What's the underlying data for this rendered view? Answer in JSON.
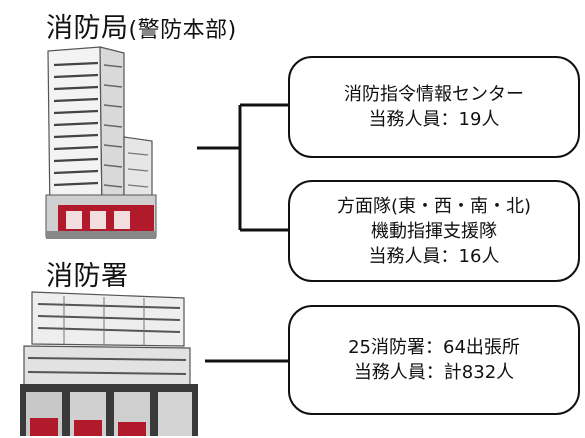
{
  "hq": {
    "title_main": "消防局",
    "title_paren": "(警防本部)"
  },
  "station": {
    "title": "消防署"
  },
  "boxes": {
    "command_center": {
      "line1": "消防指令情報センター",
      "line2": "当務人員：19人"
    },
    "mobile_units": {
      "line1": "方面隊(東・西・南・北)",
      "line2": "機動指揮支援隊",
      "line3": "当務人員：16人"
    },
    "fire_stations": {
      "line1": "25消防署：64出張所",
      "line2": "当務人員：計832人"
    }
  },
  "icons": {
    "hq_building": "office-tower-icon",
    "station_building": "fire-station-building-icon"
  }
}
